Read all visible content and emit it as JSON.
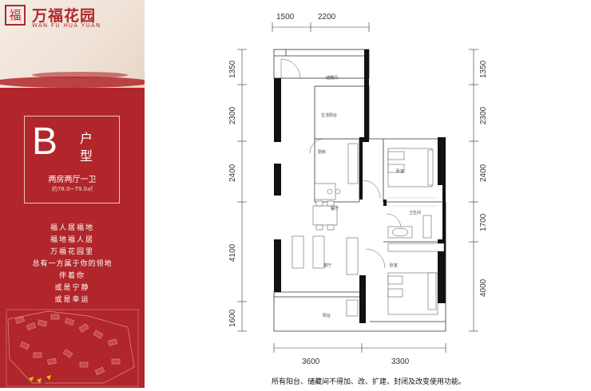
{
  "brand": {
    "logo_glyph": "福",
    "name_cn": "万福花园",
    "name_en": "WAN FU HUA YUAN",
    "red": "#b1262a"
  },
  "unit": {
    "letter": "B",
    "char1": "户",
    "char2": "型",
    "layout": "两房两厅一卫",
    "area": "约78.0~79.0㎡"
  },
  "poem": [
    "福人居福地",
    "福地福人居",
    "万福花园里",
    "总有一方属于你的领地",
    "伴着你",
    "或是宁静",
    "或是幸运"
  ],
  "dims": {
    "top": [
      "1500",
      "2200"
    ],
    "bottom": [
      "3600",
      "3300"
    ],
    "left": [
      "1350",
      "2300",
      "2400",
      "4100",
      "1600"
    ],
    "right": [
      "1350",
      "2300",
      "2400",
      "1700",
      "4000"
    ]
  },
  "rooms": {
    "storage": "储藏间",
    "living_balcony": "生活阳台",
    "kitchen": "厨房",
    "bedroom_1": "卧室",
    "dining": "餐厅",
    "bathroom": "卫生间",
    "living": "客厅",
    "bedroom_2": "卧室",
    "balcony": "阳台"
  },
  "footer": "所有阳台、储藏间不得加、改、扩建、封闭及改变使用功能。"
}
